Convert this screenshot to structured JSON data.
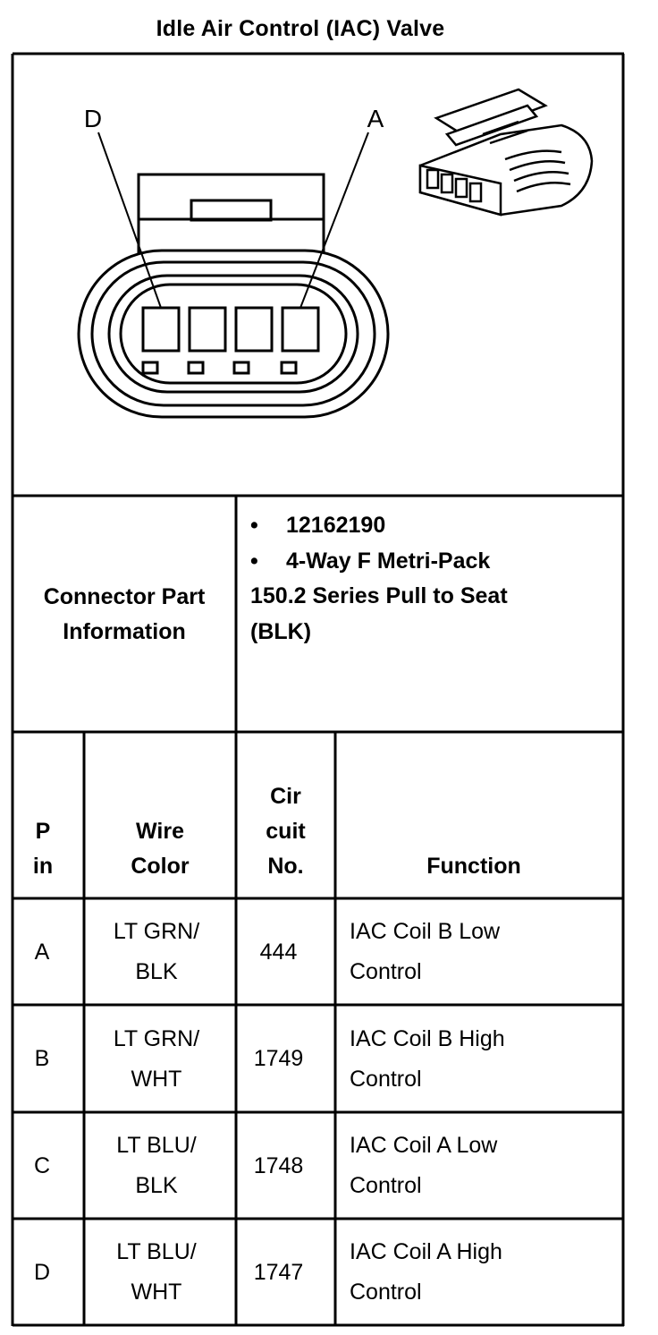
{
  "title": "Idle Air Control (IAC) Valve",
  "diagram": {
    "label_left": "D",
    "label_right": "A"
  },
  "connector_info": {
    "label_line1": "Connector Part",
    "label_line2": "Information",
    "part_number": "12162190",
    "desc_line1": "4-Way F Metri-Pack",
    "desc_line2": "150.2 Series Pull to Seat",
    "desc_line3": "(BLK)",
    "bullet": "•"
  },
  "table": {
    "headers": {
      "pin_l1": "P",
      "pin_l2": "in",
      "wire_l1": "Wire",
      "wire_l2": "Color",
      "circ_l1": "Cir",
      "circ_l2": "cuit",
      "circ_l3": "No.",
      "function": "Function"
    },
    "rows": [
      {
        "pin": "A",
        "wire_l1": "LT GRN/",
        "wire_l2": "BLK",
        "circuit": "444",
        "func_l1": "IAC Coil B Low",
        "func_l2": "Control"
      },
      {
        "pin": "B",
        "wire_l1": "LT GRN/",
        "wire_l2": "WHT",
        "circuit": "1749",
        "func_l1": "IAC Coil B High",
        "func_l2": "Control"
      },
      {
        "pin": "C",
        "wire_l1": "LT BLU/",
        "wire_l2": "BLK",
        "circuit": "1748",
        "func_l1": "IAC Coil A Low",
        "func_l2": "Control"
      },
      {
        "pin": "D",
        "wire_l1": "LT BLU/",
        "wire_l2": "WHT",
        "circuit": "1747",
        "func_l1": "IAC Coil A High",
        "func_l2": "Control"
      }
    ]
  }
}
